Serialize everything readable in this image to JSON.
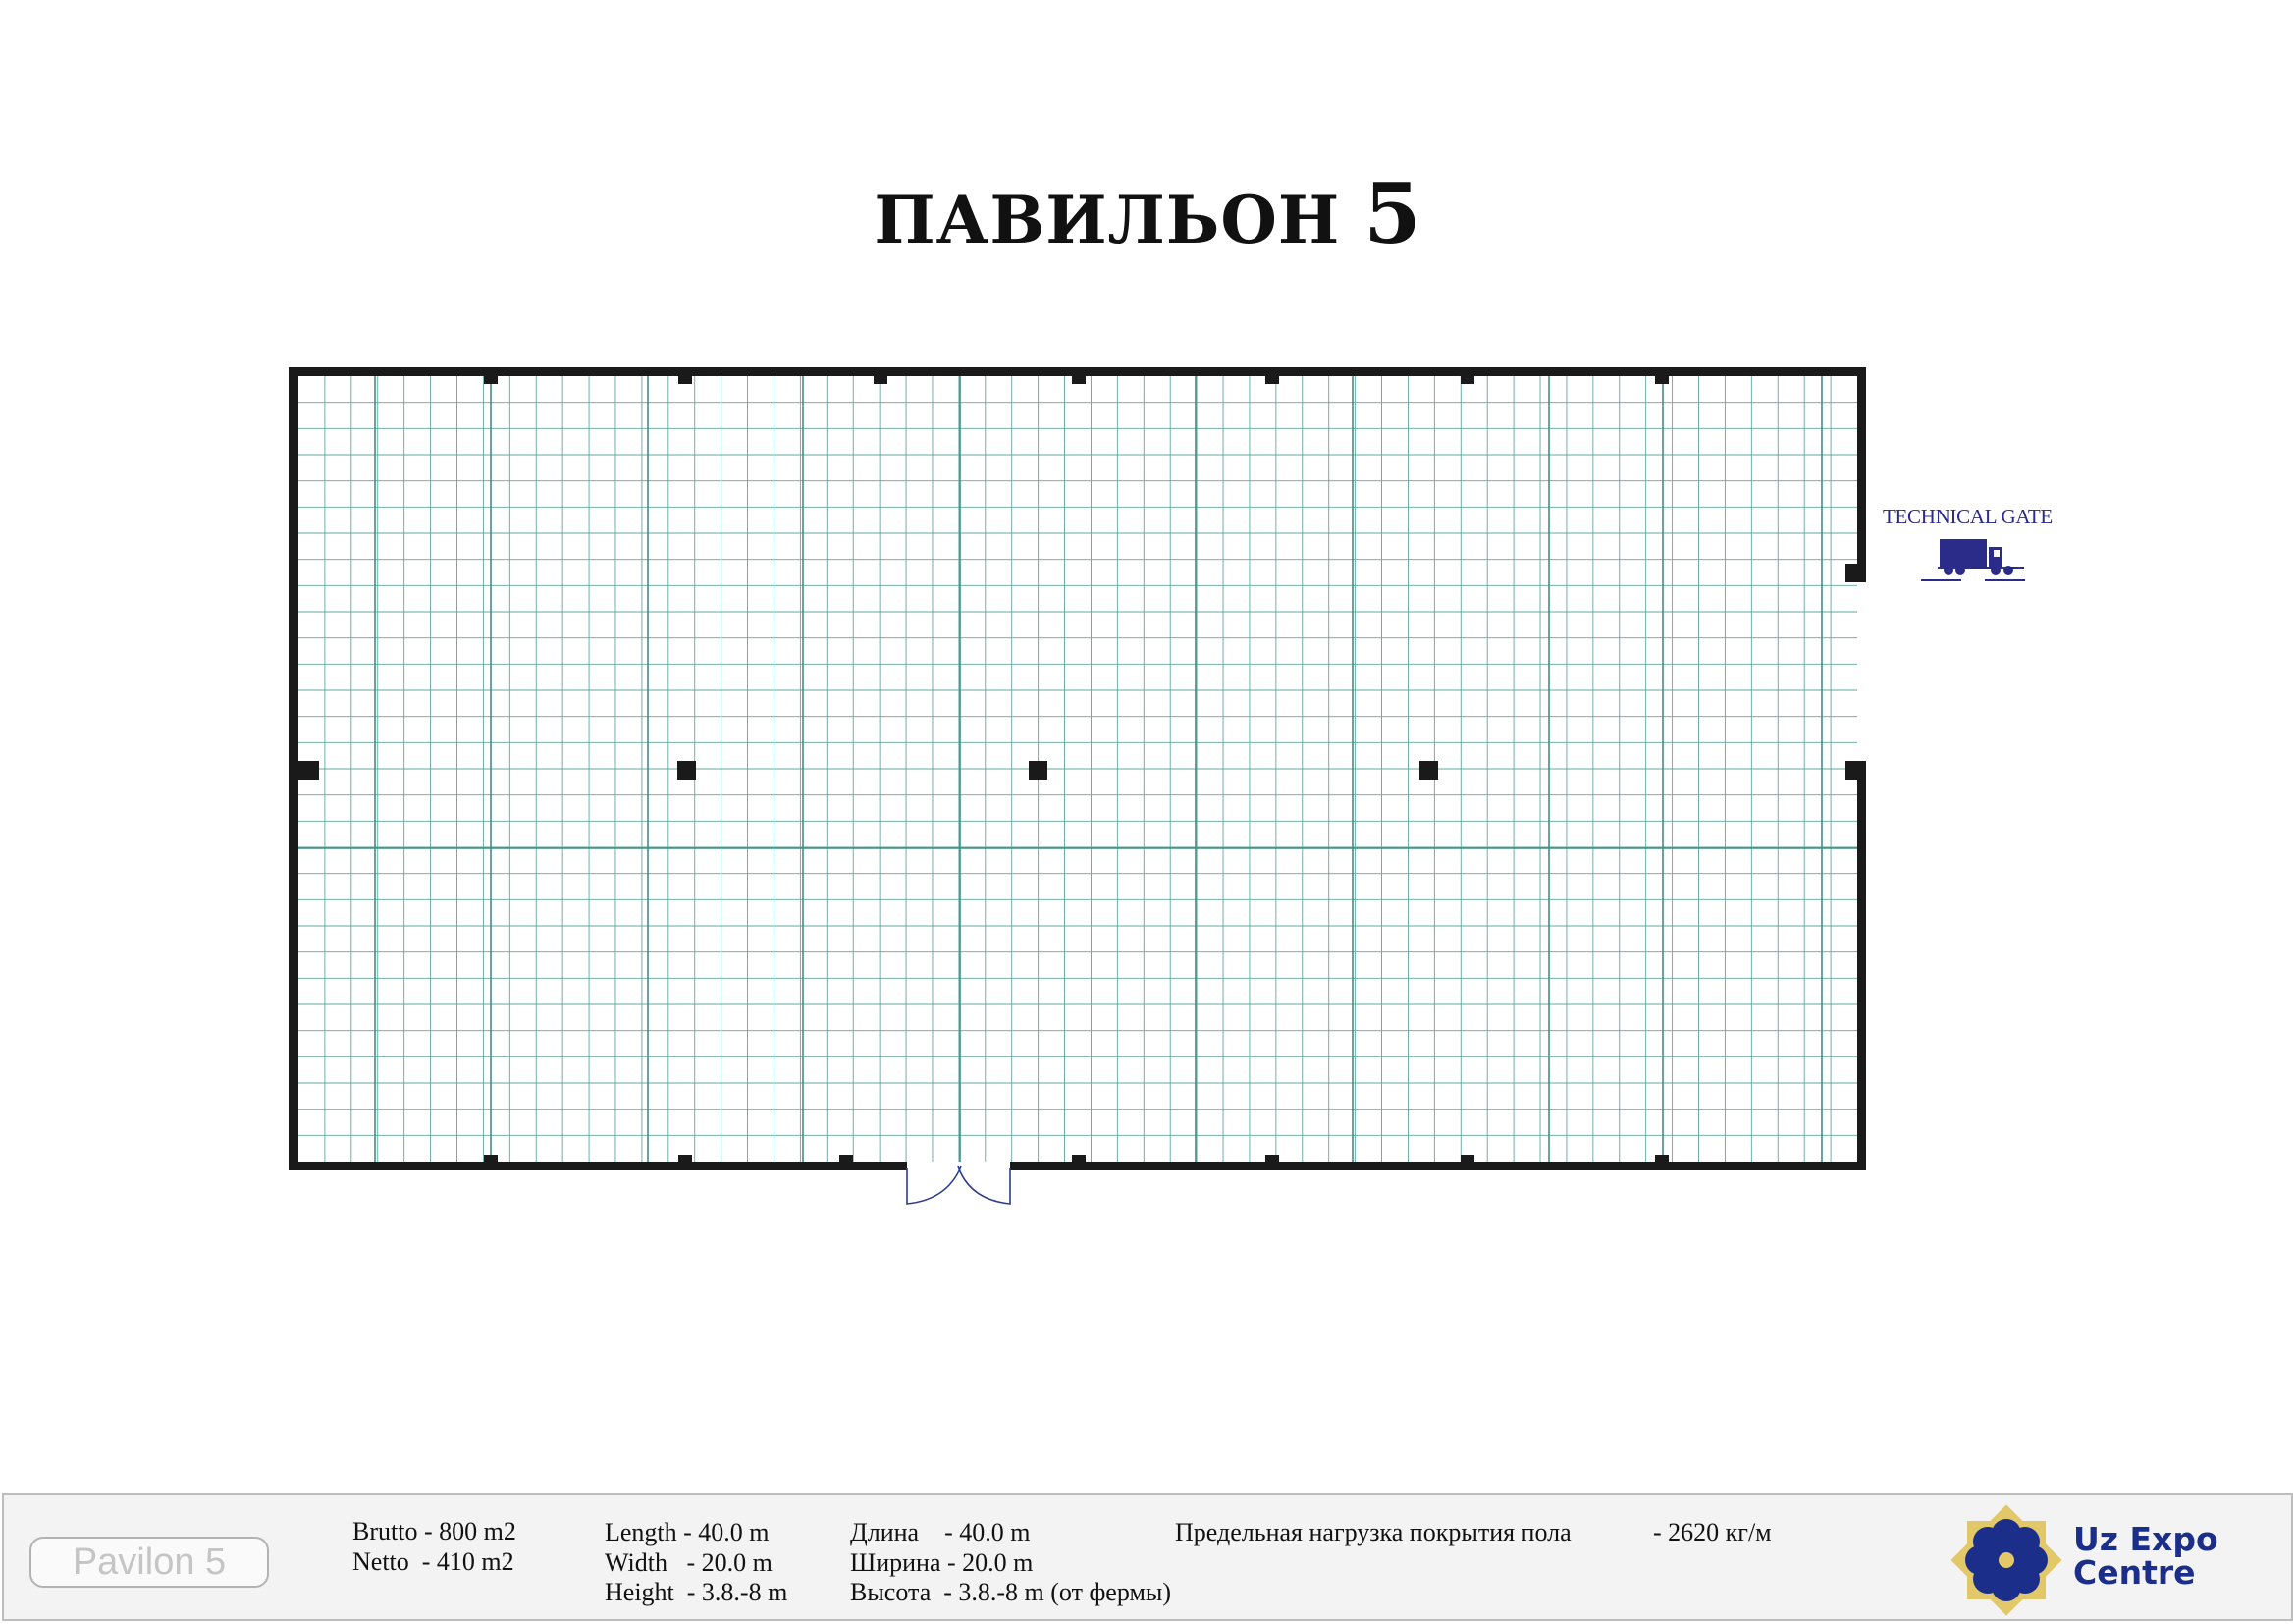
{
  "title": {
    "text": "ПАВИЛЬОН",
    "number": "5"
  },
  "gate": {
    "label": "TECHNICAL GATE",
    "icon": "truck-icon"
  },
  "footer": {
    "badge": "Pavilon 5",
    "area": {
      "brutto": "Brutto - 800 m2",
      "netto": "Netto  - 410 m2"
    },
    "dims_en": {
      "length": "Length - 40.0 m",
      "width": "Width   - 20.0 m",
      "height": "Height  - 3.8.-8 m"
    },
    "dims_ru": {
      "length": "Длина    - 40.0 m",
      "width": "Ширина - 20.0 m",
      "height": "Высота  - 3.8.-8 m (от фермы)"
    },
    "load": {
      "label": "Предельная нагрузка покрытия пола",
      "value": "- 2620 кг/м"
    },
    "logo": {
      "line1": "Uz Expo",
      "line2": "Centre"
    }
  },
  "colors": {
    "grid": "#5fa89e",
    "grid_major": "#3f8f84",
    "wall": "#1a1a1a",
    "accent": "#1b2f8a",
    "gold": "#e3c86a"
  }
}
